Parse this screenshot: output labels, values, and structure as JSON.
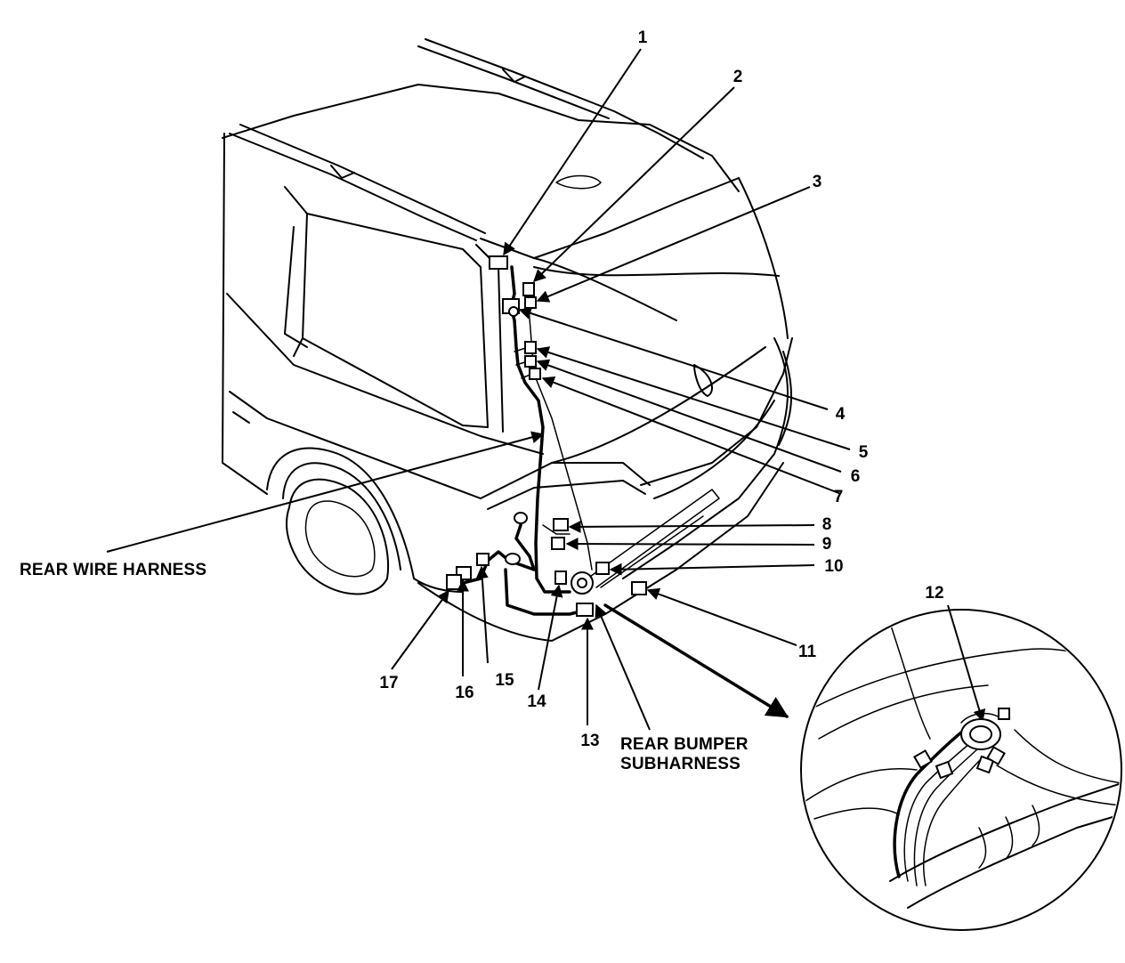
{
  "callouts": [
    "1",
    "2",
    "3",
    "4",
    "5",
    "6",
    "7",
    "8",
    "9",
    "10",
    "11",
    "12",
    "13",
    "14",
    "15",
    "16",
    "17"
  ],
  "labels": {
    "rear_wire_harness": "REAR WIRE HARNESS",
    "rear_bumper_line1": "REAR BUMPER",
    "rear_bumper_line2": "SUBHARNESS"
  }
}
